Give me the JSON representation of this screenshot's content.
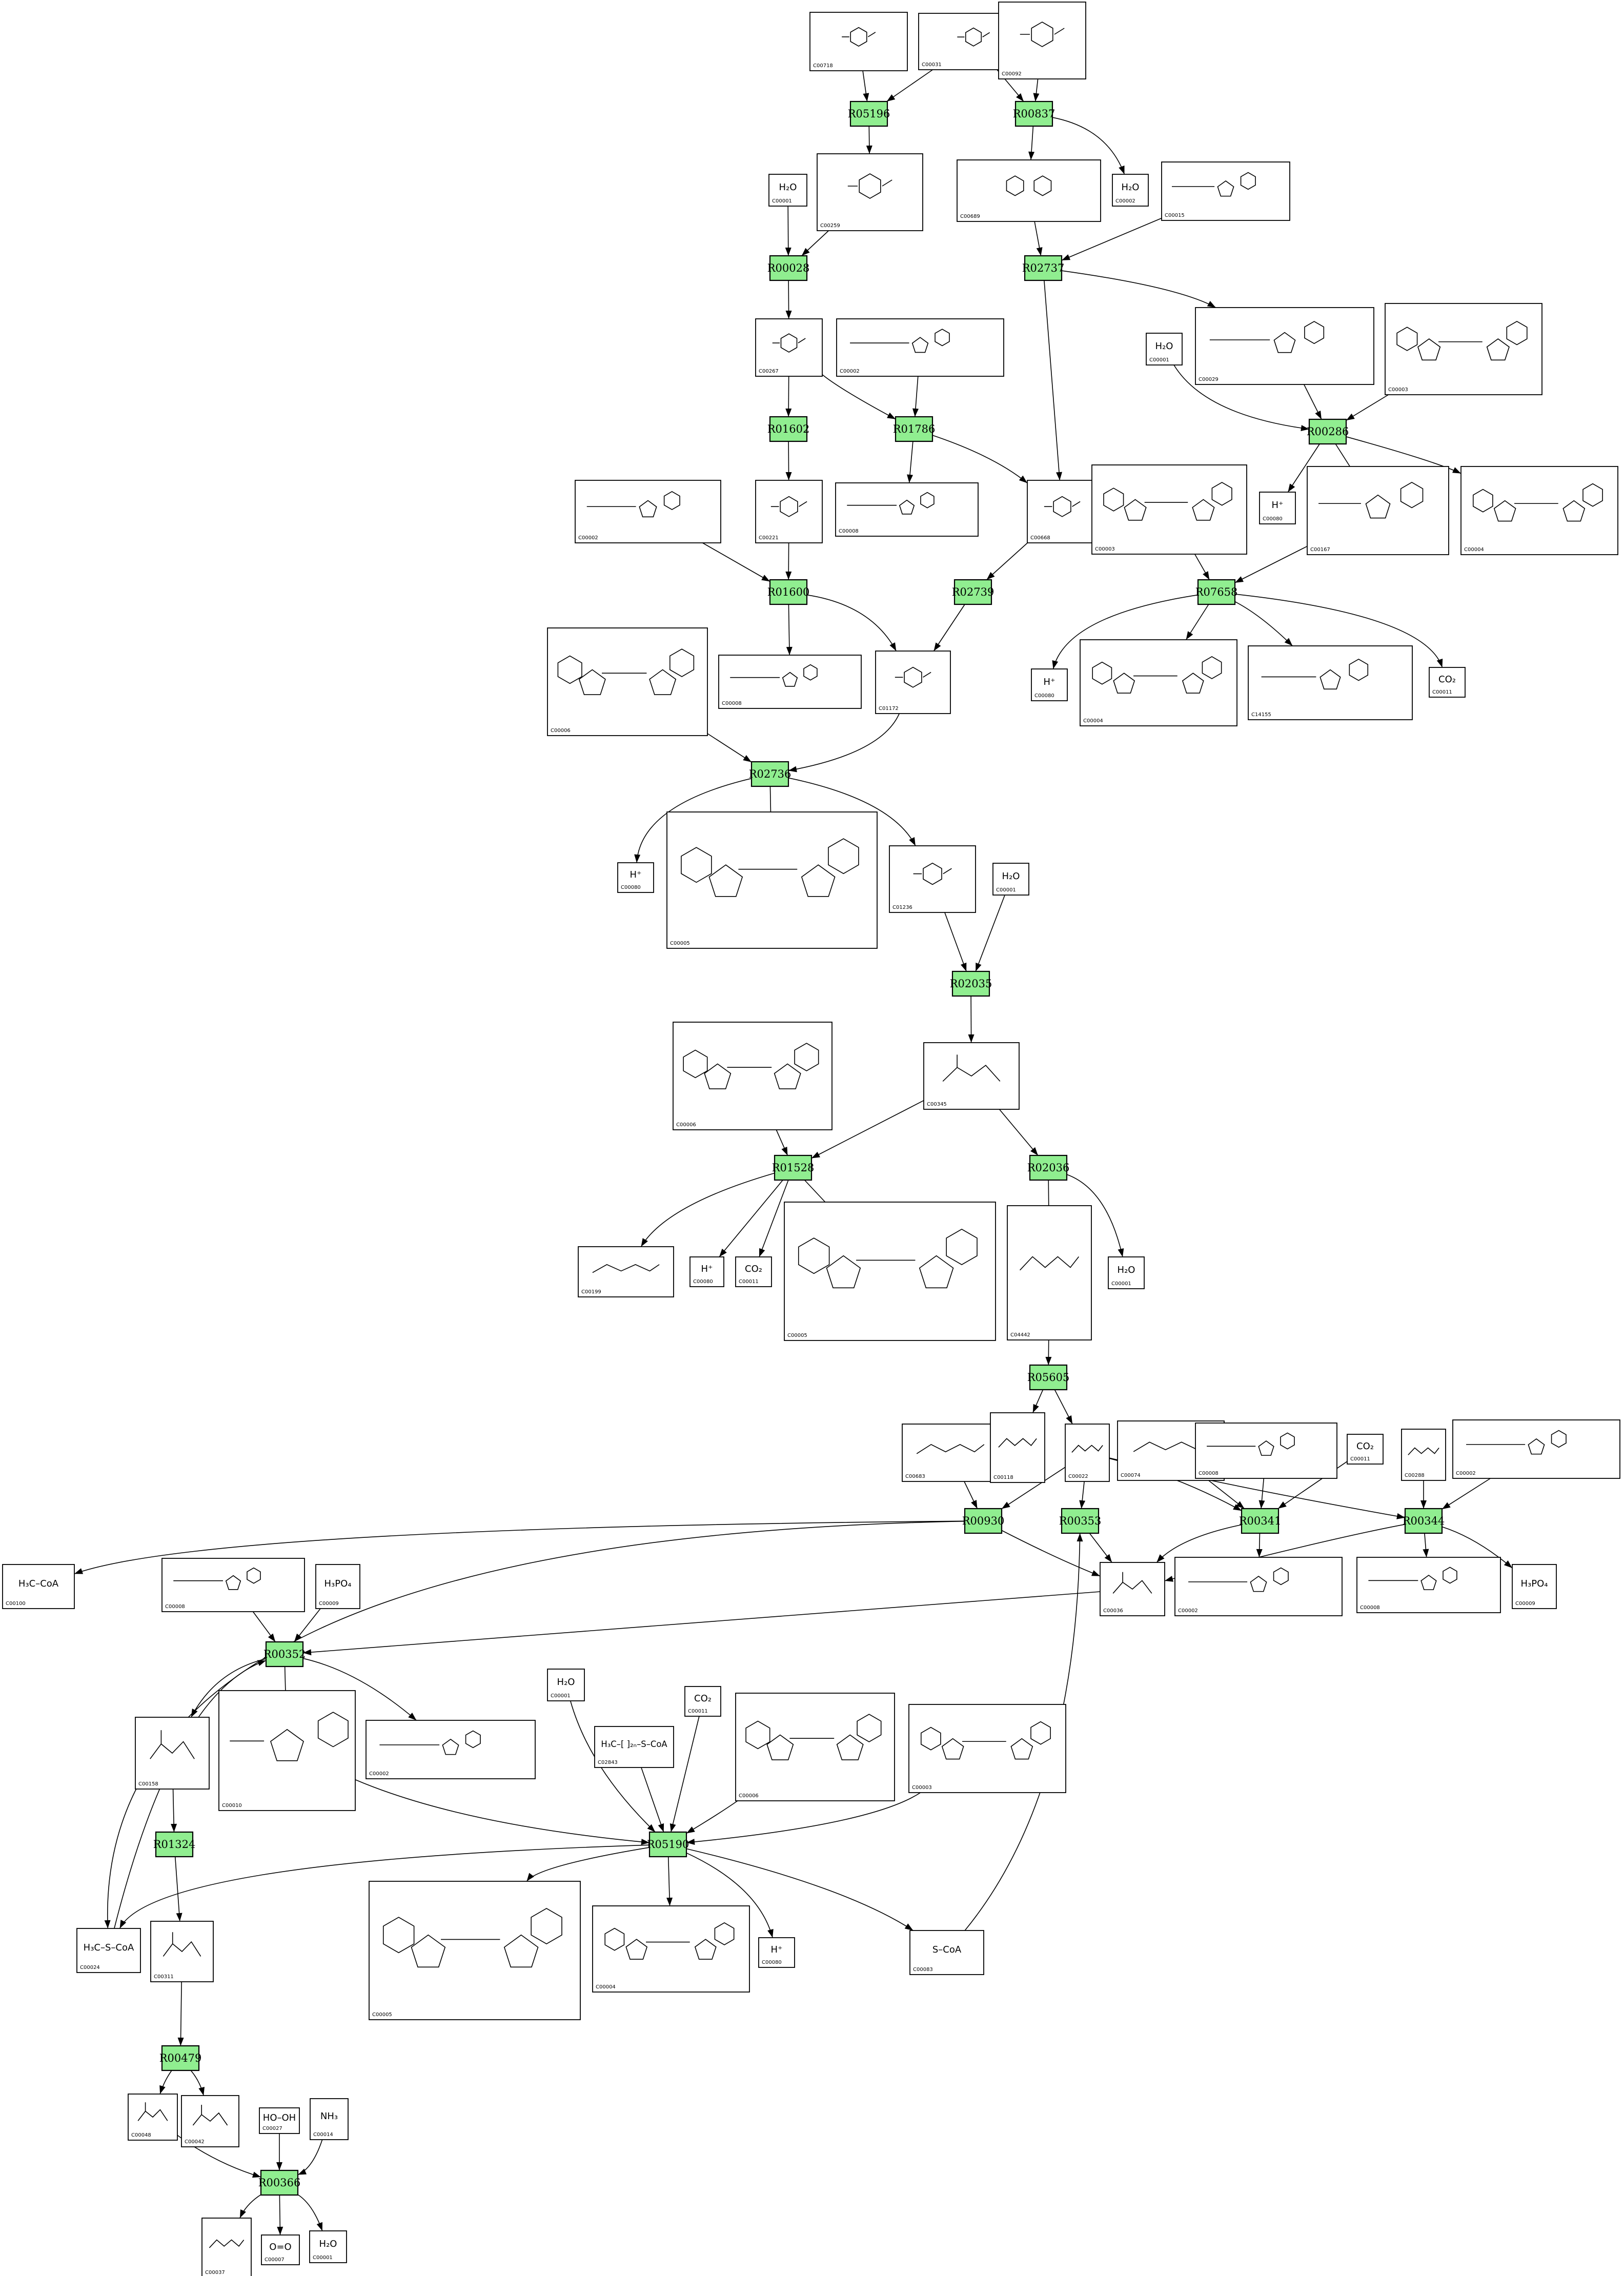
{
  "reactions": [
    {
      "id": "R05196"
    },
    {
      "id": "R00837"
    },
    {
      "id": "R00028"
    },
    {
      "id": "R02737"
    },
    {
      "id": "R01602"
    },
    {
      "id": "R01786"
    },
    {
      "id": "R00286"
    },
    {
      "id": "R01600"
    },
    {
      "id": "R02739"
    },
    {
      "id": "R07658"
    },
    {
      "id": "R02736"
    },
    {
      "id": "R02035"
    },
    {
      "id": "R01528"
    },
    {
      "id": "R02036"
    },
    {
      "id": "R05605"
    },
    {
      "id": "R00930"
    },
    {
      "id": "R00353"
    },
    {
      "id": "R00341"
    },
    {
      "id": "R00344"
    },
    {
      "id": "R00352"
    },
    {
      "id": "R01324"
    },
    {
      "id": "R05190"
    },
    {
      "id": "R00479"
    },
    {
      "id": "R00366"
    }
  ],
  "compounds": [
    {
      "key": "c00718",
      "id": "C00718",
      "struct": "sugar"
    },
    {
      "key": "c00031",
      "id": "C00031",
      "struct": "sugar"
    },
    {
      "key": "c00092",
      "id": "C00092",
      "struct": "sugar"
    },
    {
      "key": "c00001_a",
      "id": "C00001",
      "formula": "H₂O"
    },
    {
      "key": "c00259",
      "id": "C00259",
      "struct": "sugar"
    },
    {
      "key": "c00689",
      "id": "C00689",
      "struct": "disaccharide"
    },
    {
      "key": "c00002_a",
      "id": "C00002",
      "formula": "H₂O"
    },
    {
      "key": "c00015",
      "id": "C00015",
      "struct": "nucleotide"
    },
    {
      "key": "c00267",
      "id": "C00267",
      "struct": "sugar"
    },
    {
      "key": "c00002_b",
      "id": "C00002",
      "struct": "nucleotide"
    },
    {
      "key": "c00001_b",
      "id": "C00001",
      "formula": "H₂O"
    },
    {
      "key": "c00029",
      "id": "C00029",
      "struct": "nucleotide"
    },
    {
      "key": "c00003_a",
      "id": "C00003",
      "struct": "dinucleotide"
    },
    {
      "key": "c00002_c",
      "id": "C00002",
      "struct": "nucleotide"
    },
    {
      "key": "c00221",
      "id": "C00221",
      "struct": "sugar"
    },
    {
      "key": "c00008_a",
      "id": "C00008",
      "struct": "nucleotide"
    },
    {
      "key": "c00668",
      "id": "C00668",
      "struct": "sugar"
    },
    {
      "key": "c00003_b",
      "id": "C00003",
      "struct": "dinucleotide"
    },
    {
      "key": "c00080_a",
      "id": "C00080",
      "formula": "H⁺"
    },
    {
      "key": "c00167",
      "id": "C00167",
      "struct": "nucleotide"
    },
    {
      "key": "c00004_a",
      "id": "C00004",
      "struct": "dinucleotide"
    },
    {
      "key": "c00006_a",
      "id": "C00006",
      "struct": "dinucleotide"
    },
    {
      "key": "c00008_b",
      "id": "C00008",
      "struct": "nucleotide"
    },
    {
      "key": "c01172",
      "id": "C01172",
      "struct": "sugar"
    },
    {
      "key": "c00080_b",
      "id": "C00080",
      "formula": "H⁺"
    },
    {
      "key": "c00004_b",
      "id": "C00004",
      "struct": "dinucleotide"
    },
    {
      "key": "c14155",
      "id": "C14155",
      "struct": "nucleotide"
    },
    {
      "key": "c00011_a",
      "id": "C00011",
      "formula": "CO₂"
    },
    {
      "key": "c00080_c",
      "id": "C00080",
      "formula": "H⁺"
    },
    {
      "key": "c00005_a",
      "id": "C00005",
      "struct": "dinucleotide"
    },
    {
      "key": "c01236",
      "id": "C01236",
      "struct": "sugar"
    },
    {
      "key": "c00001_c",
      "id": "C00001",
      "formula": "H₂O"
    },
    {
      "key": "c00006_b",
      "id": "C00006",
      "struct": "dinucleotide"
    },
    {
      "key": "c00345",
      "id": "C00345",
      "struct": "acid"
    },
    {
      "key": "c00199",
      "id": "C00199",
      "struct": "chain"
    },
    {
      "key": "c00080_d",
      "id": "C00080",
      "formula": "H⁺"
    },
    {
      "key": "c00011_b",
      "id": "C00011",
      "formula": "CO₂"
    },
    {
      "key": "c00005_b",
      "id": "C00005",
      "struct": "dinucleotide"
    },
    {
      "key": "c04442",
      "id": "C04442",
      "struct": "chain"
    },
    {
      "key": "c00001_d",
      "id": "C00001",
      "formula": "H₂O"
    },
    {
      "key": "c00683",
      "id": "C00683",
      "struct": "chain"
    },
    {
      "key": "c00118",
      "id": "C00118",
      "struct": "chain"
    },
    {
      "key": "c00022",
      "id": "C00022",
      "struct": "chain"
    },
    {
      "key": "c00074",
      "id": "C00074",
      "struct": "chain"
    },
    {
      "key": "c00008_c",
      "id": "C00008",
      "struct": "nucleotide"
    },
    {
      "key": "c00011_c",
      "id": "C00011",
      "formula": "CO₂"
    },
    {
      "key": "c00288",
      "id": "C00288",
      "struct": "chain"
    },
    {
      "key": "c00002_d",
      "id": "C00002",
      "struct": "nucleotide"
    },
    {
      "key": "c00100",
      "id": "C00100",
      "formula": "H₃C–CoA"
    },
    {
      "key": "c00008_d",
      "id": "C00008",
      "struct": "nucleotide"
    },
    {
      "key": "c00009_a",
      "id": "C00009",
      "formula": "H₃PO₄"
    },
    {
      "key": "c00036",
      "id": "C00036",
      "struct": "acid"
    },
    {
      "key": "c00002_e",
      "id": "C00002",
      "struct": "nucleotide"
    },
    {
      "key": "c00008_e",
      "id": "C00008",
      "struct": "nucleotide"
    },
    {
      "key": "c00009_b",
      "id": "C00009",
      "formula": "H₃PO₄"
    },
    {
      "key": "c00158",
      "id": "C00158",
      "struct": "acid"
    },
    {
      "key": "c00010",
      "id": "C00010",
      "struct": "nucleotide"
    },
    {
      "key": "c00002_f",
      "id": "C00002",
      "struct": "nucleotide"
    },
    {
      "key": "c00001_e",
      "id": "C00001",
      "formula": "H₂O"
    },
    {
      "key": "c02843",
      "id": "C02843",
      "formula": "H₃C–[ ]₂ₙ–S–CoA"
    },
    {
      "key": "c00011_d",
      "id": "C00011",
      "formula": "CO₂"
    },
    {
      "key": "c00006_c",
      "id": "C00006",
      "struct": "dinucleotide"
    },
    {
      "key": "c00003_c",
      "id": "C00003",
      "struct": "dinucleotide"
    },
    {
      "key": "c00024",
      "id": "C00024",
      "formula": "H₃C–S–CoA"
    },
    {
      "key": "c00311",
      "id": "C00311",
      "struct": "acid"
    },
    {
      "key": "c00005_c",
      "id": "C00005",
      "struct": "dinucleotide"
    },
    {
      "key": "c00004_c",
      "id": "C00004",
      "struct": "dinucleotide"
    },
    {
      "key": "c00080_e",
      "id": "C00080",
      "formula": "H⁺"
    },
    {
      "key": "c00083",
      "id": "C00083",
      "formula": "S–CoA"
    },
    {
      "key": "c00048",
      "id": "C00048",
      "struct": "acid"
    },
    {
      "key": "c00042",
      "id": "C00042",
      "struct": "acid"
    },
    {
      "key": "c00027",
      "id": "C00027",
      "formula": "HO–OH"
    },
    {
      "key": "c00014",
      "id": "C00014",
      "formula": "NH₃"
    },
    {
      "key": "c00037",
      "id": "C00037",
      "struct": "chain"
    },
    {
      "key": "c00007",
      "id": "C00007",
      "formula": "O=O"
    },
    {
      "key": "c00001_f",
      "id": "C00001",
      "formula": "H₂O"
    }
  ]
}
